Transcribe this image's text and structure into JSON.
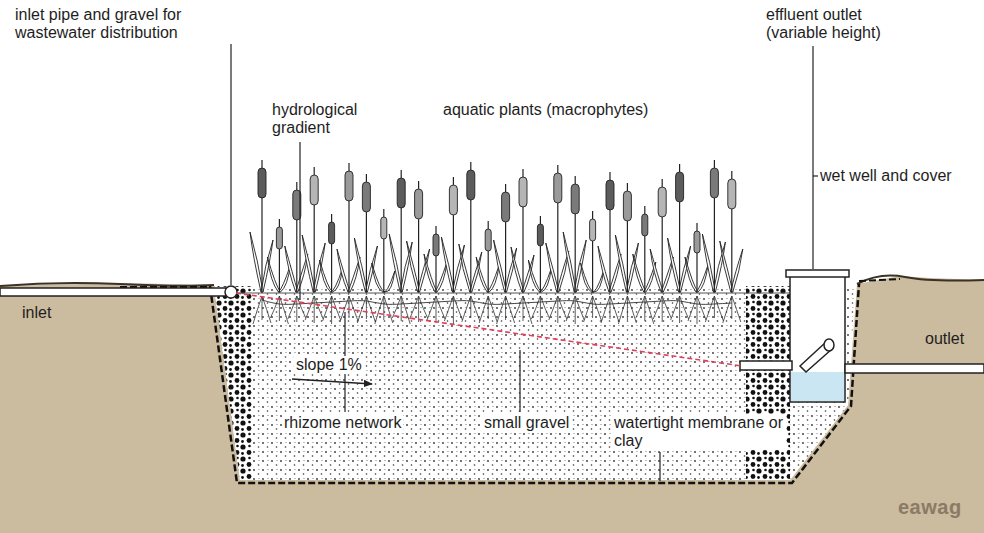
{
  "diagram": {
    "labels": [
      "inlet pipe and gravel for wastewater distribution",
      "hydrological gradient",
      "aquatic plants (macrophytes)",
      "effluent outlet (variable height)",
      "wet well and cover",
      "inlet",
      "outlet",
      "slope 1%",
      "rhizome network",
      "small gravel",
      "watertight membrane or clay",
      "eawag"
    ]
  }
}
